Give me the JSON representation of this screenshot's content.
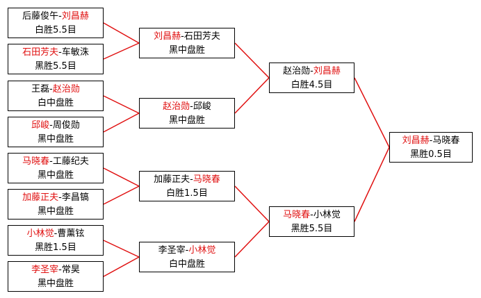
{
  "accent_color": "#e01010",
  "rounds": [
    {
      "round": 1,
      "matches": [
        {
          "a": "后藤俊午",
          "b": "刘昌赫",
          "winner": "b",
          "result": "白胜5.5目"
        },
        {
          "a": "石田芳夫",
          "b": "车敏洙",
          "winner": "a",
          "result": "黑胜5.5目"
        },
        {
          "a": "王磊",
          "b": "赵治勋",
          "winner": "b",
          "result": "白中盘胜"
        },
        {
          "a": "邱峻",
          "b": "周俊勋",
          "winner": "a",
          "result": "黑中盘胜"
        },
        {
          "a": "马晓春",
          "b": "工藤纪夫",
          "winner": "a",
          "result": "黑中盘胜"
        },
        {
          "a": "加藤正夫",
          "b": "李昌镐",
          "winner": "a",
          "result": "黑中盘胜"
        },
        {
          "a": "小林觉",
          "b": "曹薰铉",
          "winner": "a",
          "result": "黑胜1.5目"
        },
        {
          "a": "李圣宰",
          "b": "常昊",
          "winner": "a",
          "result": "黑中盘胜"
        }
      ]
    },
    {
      "round": 2,
      "matches": [
        {
          "a": "刘昌赫",
          "b": "石田芳夫",
          "winner": "a",
          "result": "黑中盘胜"
        },
        {
          "a": "赵治勋",
          "b": "邱峻",
          "winner": "a",
          "result": "黑中盘胜"
        },
        {
          "a": "加藤正夫",
          "b": "马晓春",
          "winner": "b",
          "result": "白胜1.5目"
        },
        {
          "a": "李圣宰",
          "b": "小林觉",
          "winner": "b",
          "result": "白中盘胜"
        }
      ]
    },
    {
      "round": 3,
      "matches": [
        {
          "a": "赵治勋",
          "b": "刘昌赫",
          "winner": "b",
          "result": "白胜4.5目"
        },
        {
          "a": "马晓春",
          "b": "小林觉",
          "winner": "a",
          "result": "黑胜5.5目"
        }
      ]
    },
    {
      "round": 4,
      "matches": [
        {
          "a": "刘昌赫",
          "b": "马晓春",
          "winner": "a",
          "result": "黑胜0.5目"
        }
      ]
    }
  ]
}
